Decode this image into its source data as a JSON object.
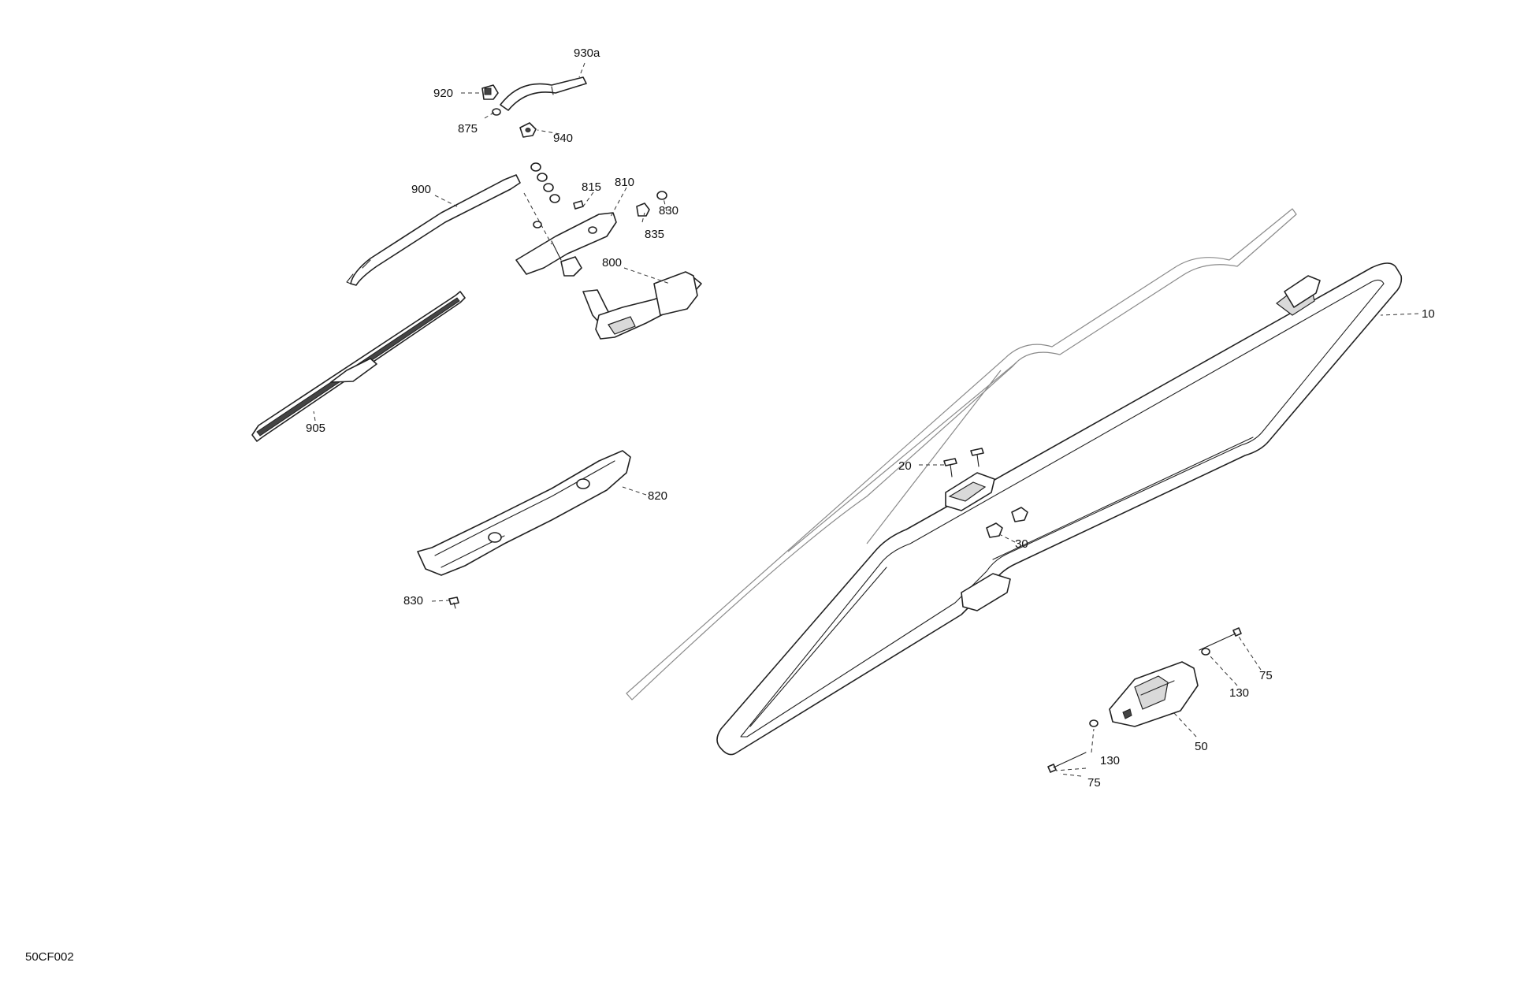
{
  "diagram_code": "50CF002",
  "callouts": [
    {
      "id": "c930a",
      "label": "930a"
    },
    {
      "id": "c920",
      "label": "920"
    },
    {
      "id": "c875",
      "label": "875"
    },
    {
      "id": "c940",
      "label": "940"
    },
    {
      "id": "c900",
      "label": "900"
    },
    {
      "id": "c815",
      "label": "815"
    },
    {
      "id": "c810",
      "label": "810"
    },
    {
      "id": "c830a",
      "label": "830"
    },
    {
      "id": "c835",
      "label": "835"
    },
    {
      "id": "c800",
      "label": "800"
    },
    {
      "id": "c905",
      "label": "905"
    },
    {
      "id": "c820",
      "label": "820"
    },
    {
      "id": "c830b",
      "label": "830"
    },
    {
      "id": "c10",
      "label": "10"
    },
    {
      "id": "c20",
      "label": "20"
    },
    {
      "id": "c30",
      "label": "30"
    },
    {
      "id": "c75a",
      "label": "75"
    },
    {
      "id": "c130a",
      "label": "130"
    },
    {
      "id": "c50",
      "label": "50"
    },
    {
      "id": "c130b",
      "label": "130"
    },
    {
      "id": "c75b",
      "label": "75"
    }
  ]
}
